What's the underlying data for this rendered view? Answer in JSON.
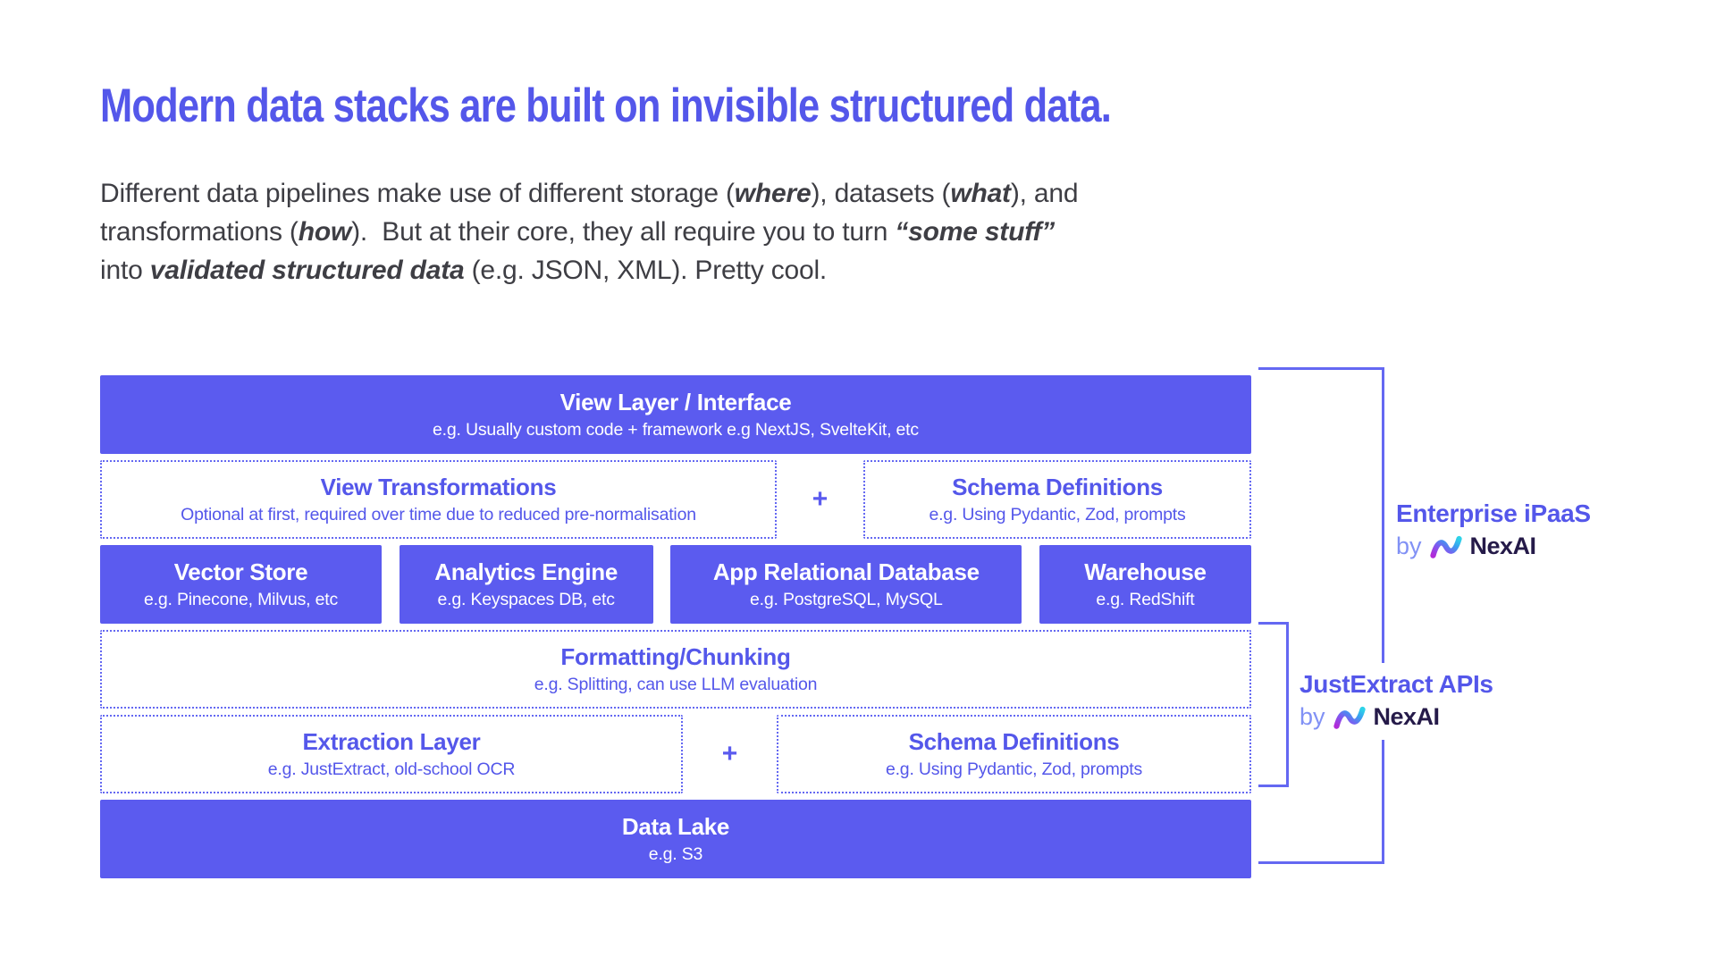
{
  "colors": {
    "accent": "#5b5bef",
    "accent_text": "#5457ea",
    "line": "#6468f2",
    "by": "#8191f5",
    "brand": "#251a49",
    "body": "#3e3e44"
  },
  "intro": {
    "title": "Modern data stacks are built on invisible structured data.",
    "lines": [
      [
        {
          "t": "Different data pipelines make use of different storage ("
        },
        {
          "t": "where",
          "em": true
        },
        {
          "t": "), datasets ("
        },
        {
          "t": "what",
          "em": true
        },
        {
          "t": "), and"
        }
      ],
      [
        {
          "t": "transformations ("
        },
        {
          "t": "how",
          "em": true
        },
        {
          "t": ").  But at their core, they all require you to turn "
        },
        {
          "t": "“some stuff”",
          "em": true
        }
      ],
      [
        {
          "t": "into "
        },
        {
          "t": "validated structured data",
          "em": true
        },
        {
          "t": " (e.g. JSON, XML). Pretty cool."
        }
      ]
    ]
  },
  "diagram": {
    "view_layer": {
      "title": "View Layer / Interface",
      "subtitle": "e.g. Usually custom code + framework e.g NextJS, SvelteKit, etc"
    },
    "view_transformations": {
      "title": "View Transformations",
      "subtitle": "Optional at first, required over time due to reduced pre-normalisation"
    },
    "plus_top": "+",
    "schema_definitions_top": {
      "title": "Schema Definitions",
      "subtitle": "e.g. Using Pydantic, Zod, prompts"
    },
    "vector_store": {
      "title": "Vector Store",
      "subtitle": "e.g. Pinecone, Milvus, etc"
    },
    "analytics_engine": {
      "title": "Analytics Engine",
      "subtitle": "e.g. Keyspaces DB, etc"
    },
    "app_relational_database": {
      "title": "App Relational Database",
      "subtitle": "e.g. PostgreSQL, MySQL"
    },
    "warehouse": {
      "title": "Warehouse",
      "subtitle": "e.g. RedShift"
    },
    "formatting_chunking": {
      "title": "Formatting/Chunking",
      "subtitle": "e.g. Splitting, can use LLM evaluation"
    },
    "extraction_layer": {
      "title": "Extraction Layer",
      "subtitle": "e.g. JustExtract, old-school OCR"
    },
    "plus_bottom": "+",
    "schema_definitions_bottom": {
      "title": "Schema Definitions",
      "subtitle": "e.g. Using Pydantic, Zod, prompts"
    },
    "data_lake": {
      "title": "Data Lake",
      "subtitle": "e.g. S3"
    }
  },
  "annotations": {
    "enterprise": {
      "title": "Enterprise iPaaS",
      "by": "by",
      "brand": "NexAI"
    },
    "justextract": {
      "title": "JustExtract APIs",
      "by": "by",
      "brand": "NexAI"
    }
  }
}
